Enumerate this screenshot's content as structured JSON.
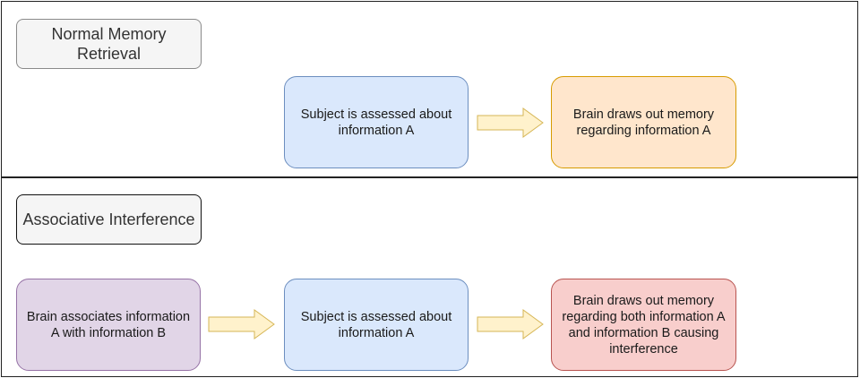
{
  "diagram": {
    "normal_panel": {
      "title": "Normal Memory Retrieval",
      "step_assess": "Subject is assessed about information A",
      "step_recall": "Brain draws out memory regarding information A"
    },
    "interference_panel": {
      "title": "Associative Interference",
      "step_associate": "Brain associates information A with information B",
      "step_assess": "Subject is assessed about information A",
      "step_recall": "Brain draws out memory regarding both information A and information B causing interference"
    },
    "colors": {
      "assess_fill": "#dae8fc",
      "recall_normal_fill": "#ffe6cc",
      "associate_fill": "#e1d5e7",
      "recall_interference_fill": "#f8cecc",
      "arrow_fill": "#fff2cc",
      "arrow_stroke": "#d6b656"
    }
  }
}
